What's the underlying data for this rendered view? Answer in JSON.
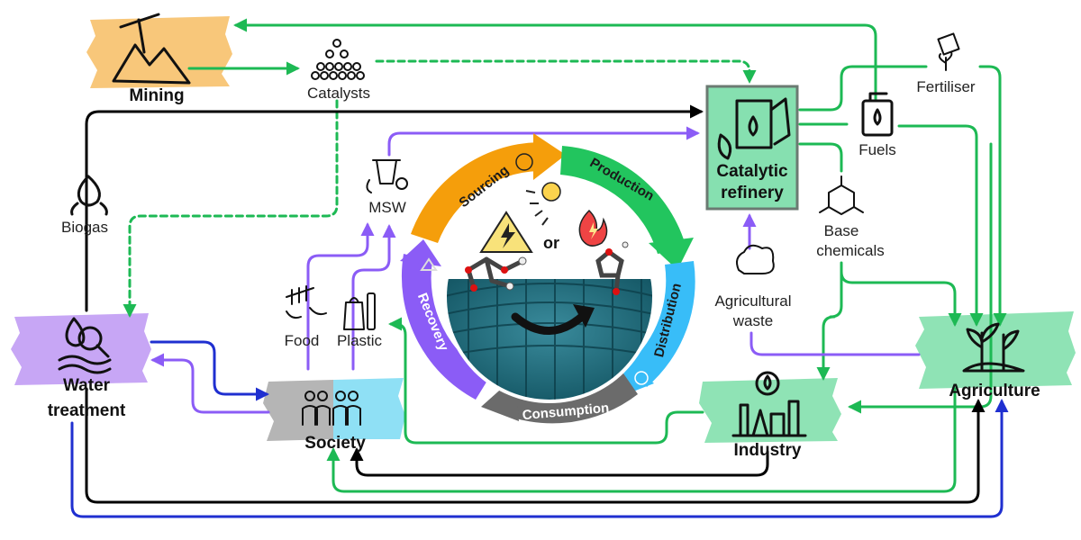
{
  "nodes": {
    "mining": "Mining",
    "catalysts": "Catalysts",
    "refinery_line1": "Catalytic",
    "refinery_line2": "refinery",
    "fertiliser": "Fertiliser",
    "fuels": "Fuels",
    "base_line1": "Base",
    "base_line2": "chemicals",
    "biogas": "Biogas",
    "msw": "MSW",
    "food": "Food",
    "plastic": "Plastic",
    "agri_waste_line1": "Agricultural",
    "agri_waste_line2": "waste",
    "water_line1": "Water",
    "water_line2": "treatment",
    "society": "Society",
    "industry": "Industry",
    "agriculture": "Agriculture"
  },
  "cycle": {
    "sourcing": "Sourcing",
    "production": "Production",
    "distribution": "Distribution",
    "consumption": "Consumption",
    "recovery": "Recovery",
    "center_or": "or"
  },
  "colors": {
    "green": "#1db954",
    "purple": "#8b5cf6",
    "black": "#000000",
    "blue": "#1f2fd0",
    "sourcing": "#f59e0b",
    "production": "#22c55e",
    "distribution": "#38bdf8",
    "consumption": "#6b6b6b",
    "recovery": "#8b5cf6",
    "refinery_fill": "#86e0b0",
    "mining_fill": "#f8c77a",
    "water_fill": "#c7a6f5",
    "agri_fill": "#8fe3b5",
    "industry_fill": "#8fe3b5"
  }
}
